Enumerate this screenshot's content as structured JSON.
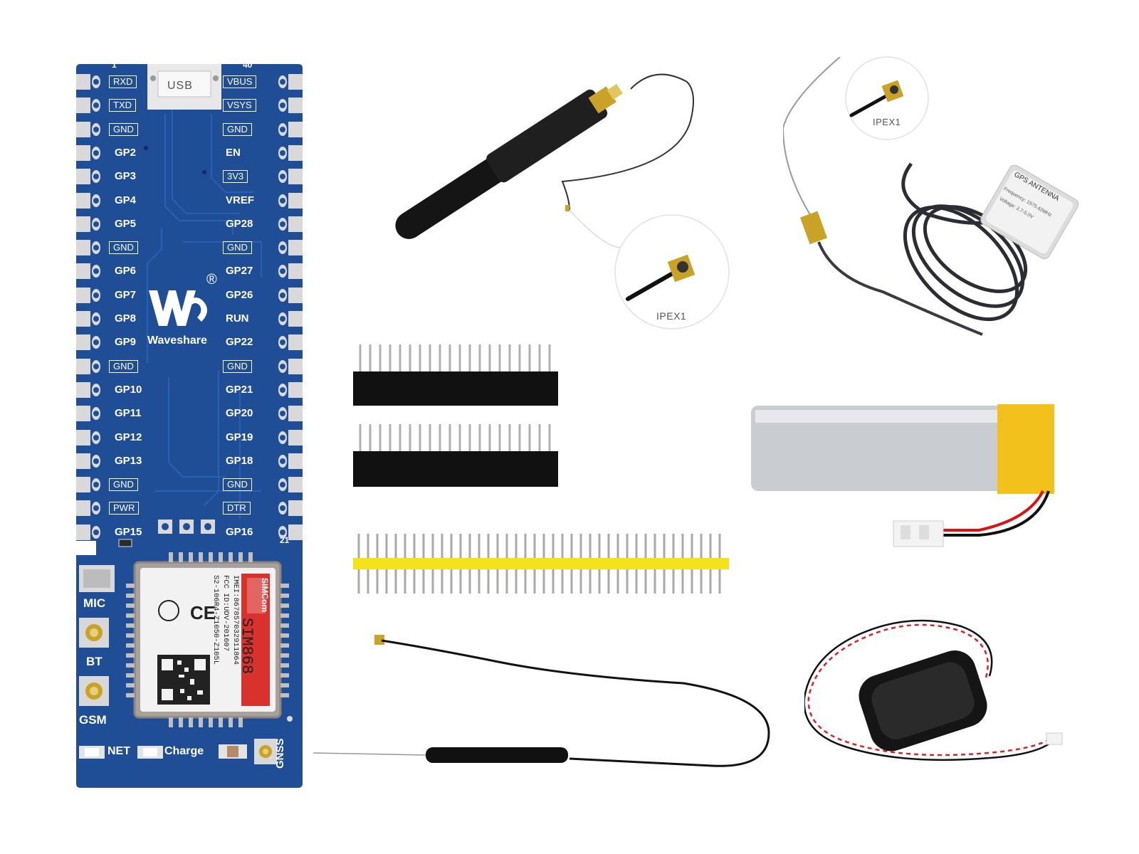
{
  "board": {
    "pin_top_left": "1",
    "pin_top_right": "40",
    "pin_bottom_right": "21",
    "usb_label": "USB",
    "brand": "Waveshare",
    "registered": "®",
    "left_pins": [
      "RXD",
      "TXD",
      "GND",
      "GP2",
      "GP3",
      "GP4",
      "GP5",
      "GND",
      "GP6",
      "GP7",
      "GP8",
      "GP9",
      "GND",
      "GP10",
      "GP11",
      "GP12",
      "GP13",
      "GND",
      "PWR",
      "GP15"
    ],
    "right_pins": [
      "VBUS",
      "VSYS",
      "GND",
      "EN",
      "3V3",
      "VREF",
      "GP28",
      "GND",
      "GP27",
      "GP26",
      "RUN",
      "GP22",
      "GND",
      "GP21",
      "GP20",
      "GP19",
      "GP18",
      "GND",
      "DTR",
      "GP16"
    ],
    "boxed_left": [
      true,
      true,
      true,
      false,
      false,
      false,
      false,
      true,
      false,
      false,
      false,
      false,
      true,
      false,
      false,
      false,
      false,
      true,
      true,
      false
    ],
    "boxed_right": [
      true,
      true,
      true,
      false,
      true,
      false,
      false,
      true,
      false,
      false,
      false,
      false,
      true,
      false,
      false,
      false,
      false,
      true,
      true,
      false
    ],
    "mic_label": "MIC",
    "bt_label": "BT",
    "gsm_label": "GSM",
    "net_label": "NET",
    "charge_label": "Charge",
    "gnss_label": "GNSS"
  },
  "module": {
    "brand": "SIMCom",
    "model": "SIM868",
    "imei": "IMEI:867857032911864",
    "fcc": "FCC ID:UDV-201607",
    "serial": "S2-106R4-Z1050-Z105L",
    "ce": "CE"
  },
  "callouts": {
    "left": "IPEX1",
    "right": "IPEX1"
  },
  "gps_antenna": {
    "title": "GPS ANTENNA",
    "freq": "Frequency: 1575.42MHz",
    "voltage": "Voltage: 2.7-5.0V"
  },
  "colors": {
    "pcb": "#1f4e96",
    "pad": "#d9d9d9",
    "gold": "#c9a227",
    "battery": "#c7c9cc",
    "kapton": "#f2c11b",
    "header": "#111111",
    "yellow_header": "#f3e21c"
  }
}
